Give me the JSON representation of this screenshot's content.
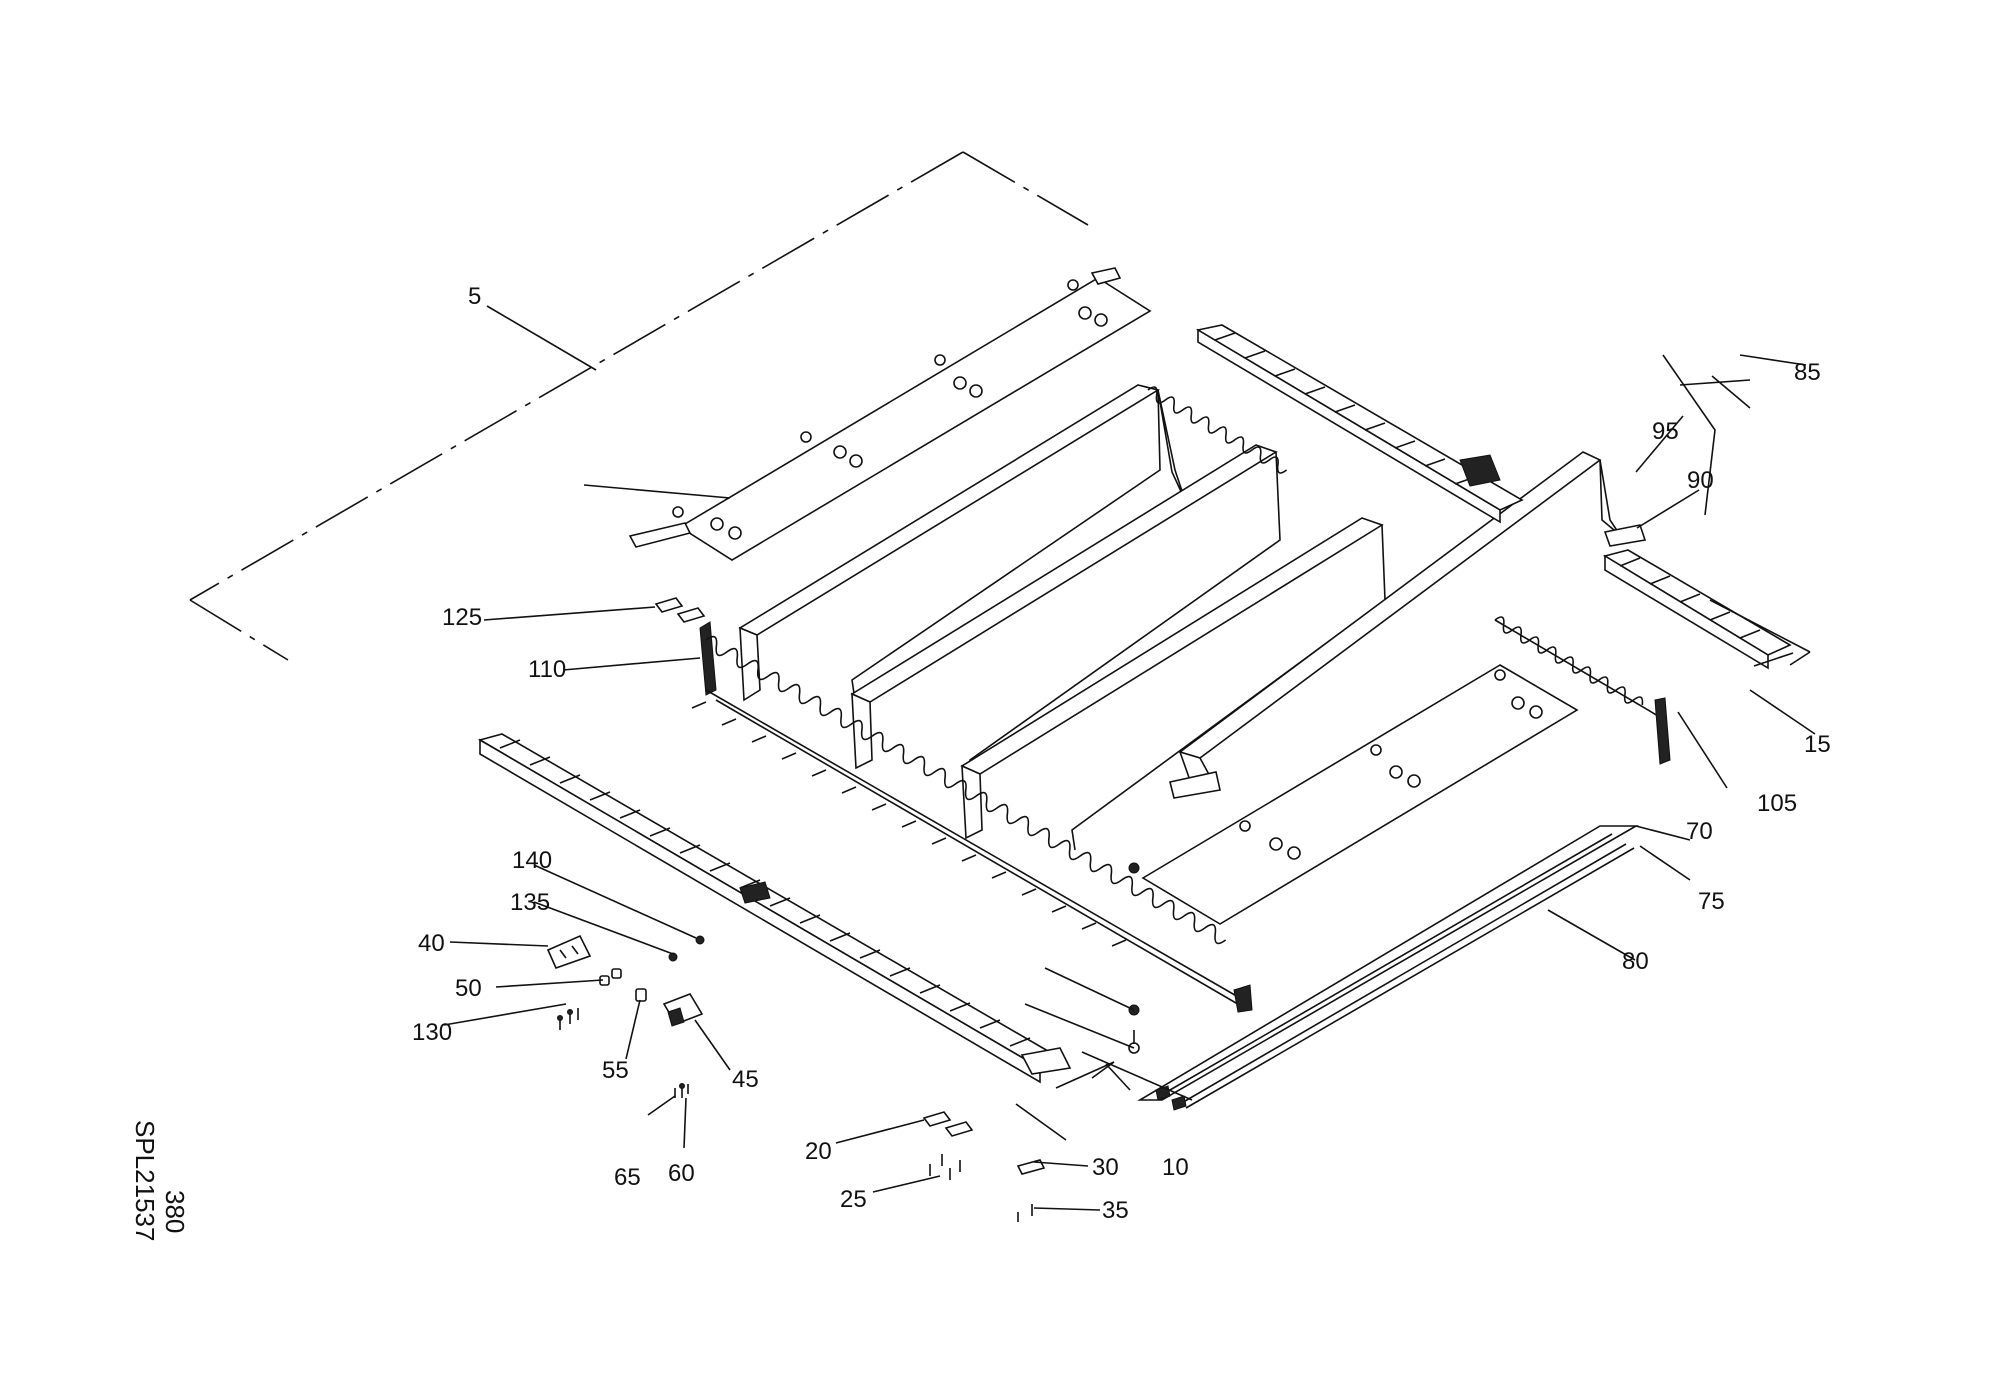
{
  "drawing": {
    "reference_number": "SPL21537",
    "page_number": "380"
  },
  "callouts": {
    "c5": "5",
    "c10": "10",
    "c15": "15",
    "c20": "20",
    "c25": "25",
    "c30": "30",
    "c35": "35",
    "c40": "40",
    "c45": "45",
    "c50": "50",
    "c55": "55",
    "c60": "60",
    "c65": "65",
    "c70": "70",
    "c75": "75",
    "c80": "80",
    "c85": "85",
    "c90": "90",
    "c95": "95",
    "c105": "105",
    "c110": "110",
    "c125": "125",
    "c130": "130",
    "c135": "135",
    "c140": "140"
  }
}
